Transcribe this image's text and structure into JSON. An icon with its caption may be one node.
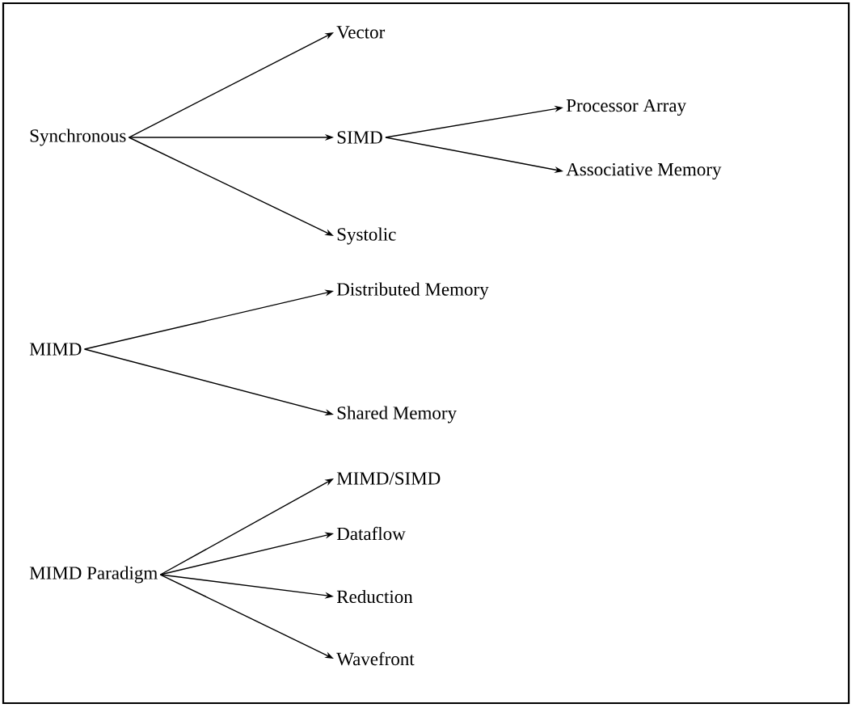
{
  "diagram": {
    "nodes": [
      {
        "text": [
          "Synchronous"
        ]
      },
      {
        "text": [
          "Vector"
        ]
      },
      {
        "text": [
          "SIMD"
        ]
      },
      {
        "text": [
          "Processor Array"
        ]
      },
      {
        "text": [
          "Associative Memory"
        ]
      },
      {
        "text": [
          "Systolic"
        ]
      },
      {
        "text": [
          "MIMD"
        ]
      },
      {
        "text": [
          "Distributed Memory"
        ]
      },
      {
        "text": [
          "Shared Memory"
        ]
      },
      {
        "text": [
          "MIMD Paradigm"
        ]
      },
      {
        "text": [
          "MIMD/SIMD"
        ]
      },
      {
        "text": [
          "Dataflow"
        ]
      },
      {
        "text": [
          "Reduction"
        ]
      },
      {
        "text": [
          "Wavefront"
        ]
      }
    ],
    "edges": [
      {
        "from": 0,
        "to": 1,
        "arrow": "to"
      },
      {
        "from": 0,
        "to": 2,
        "arrow": "to"
      },
      {
        "from": 0,
        "to": 5,
        "arrow": "to"
      },
      {
        "from": 2,
        "to": 3,
        "arrow": "to"
      },
      {
        "from": 2,
        "to": 4,
        "arrow": "to"
      },
      {
        "from": 6,
        "to": 7,
        "arrow": "to"
      },
      {
        "from": 6,
        "to": 8,
        "arrow": "to"
      },
      {
        "from": 9,
        "to": 10,
        "arrow": "to"
      },
      {
        "from": 9,
        "to": 11,
        "arrow": "to"
      },
      {
        "from": 9,
        "to": 12,
        "arrow": "to"
      },
      {
        "from": 9,
        "to": 13,
        "arrow": "to"
      }
    ]
  }
}
